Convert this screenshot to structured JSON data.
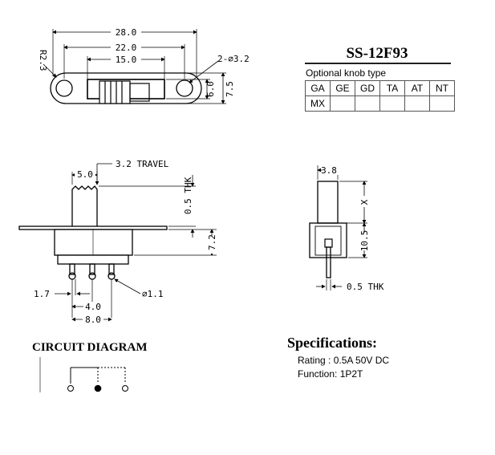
{
  "model_number": "SS-12F93",
  "knob_caption": "Optional knob type",
  "knob_rows": [
    [
      "GA",
      "GE",
      "GD",
      "TA",
      "AT",
      "NT"
    ],
    [
      "MX",
      "",
      "",
      "",
      "",
      ""
    ]
  ],
  "top_view": {
    "overall_width": "28.0",
    "hole_pitch": "22.0",
    "body_width": "15.0",
    "end_radius": "R2.3",
    "hole_callout": "2-∅3.2",
    "body_height": "6.0",
    "flange_height": "7.5"
  },
  "side_view": {
    "knob_width": "5.0",
    "travel": "3.2 TRAVEL",
    "plate_thickness": "0.5 THK",
    "body_height": "7.2",
    "pin_offset": "1.7",
    "pin_diameter": "∅1.1",
    "pin_pitch": "4.0",
    "pin_span": "8.0"
  },
  "end_view": {
    "knob_width": "3.8",
    "knob_height": "X",
    "body_height": "10.5",
    "pin_thickness": "0.5 THK"
  },
  "circuit_title": "CIRCUIT DIAGRAM",
  "specs": {
    "title": "Specifications:",
    "rating": "Rating : 0.5A 50V DC",
    "function": "Function: 1P2T"
  }
}
